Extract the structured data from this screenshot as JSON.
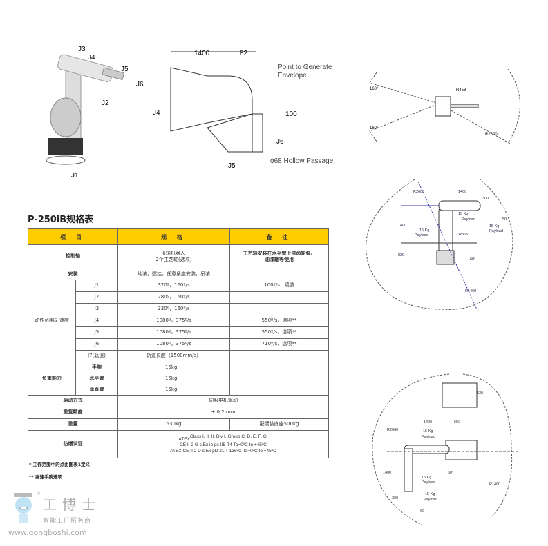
{
  "diagram_top": {
    "joints": [
      "J1",
      "J2",
      "J3",
      "J4",
      "J5",
      "J6"
    ],
    "dims": {
      "d1": "1400",
      "d2": "82",
      "d3": "100"
    },
    "labels": {
      "point": "Point to Generate",
      "envelope": "Envelope",
      "hollow": "ϕ68 Hollow Passage",
      "j4": "J4",
      "j5": "J5",
      "j6": "J6"
    }
  },
  "plan_view": {
    "a1": "160°",
    "a2": "160°",
    "r1": "R458",
    "r2": "R2600"
  },
  "side_view": {
    "r1": "R2600",
    "d1": "1400",
    "d2": "300",
    "d3": "50",
    "p1": "15 Kg",
    "p1b": "Payload",
    "p2": "15 Kg",
    "p2b": "Payload",
    "p3": "15 Kg",
    "p3b": "Payload",
    "d4": "1400",
    "r2": "R365",
    "d5": "829",
    "ang": "60°",
    "r3": "R1460"
  },
  "wall_view": {
    "d1": "530",
    "r1": "R2600",
    "d2": "1400",
    "d3": "550",
    "p1": "15 Kg",
    "p1b": "Payload",
    "d4": "1400",
    "p2": "15 Kg",
    "p2b": "Payload",
    "d5": "60°",
    "r2": "R1460",
    "d6": "300",
    "p3": "15 Kg",
    "p3b": "Payload",
    "d7": "60"
  },
  "spec": {
    "title": "P-250iB规格表",
    "headers": [
      "项 目",
      "规 格",
      "备 注"
    ],
    "control_axis": {
      "label": "控制轴",
      "spec1": "6轴机器人",
      "spec2": "2个工艺轴(选项)",
      "note1": "工艺轴安装在水平臂上供齿轮泵、",
      "note2": "油漆罐等使用"
    },
    "mounting": {
      "label": "安装",
      "spec": "地装，壁挂，任意角度安装，吊装",
      "note": ""
    },
    "motion": {
      "label": "动作范围& 速度",
      "rows": [
        {
          "axis": "J1",
          "spec": "320º，160º/s",
          "note": "100º/s，墙装"
        },
        {
          "axis": "J2",
          "spec": "280º，160º/s",
          "note": ""
        },
        {
          "axis": "J3",
          "spec": "330º，160º/s",
          "note": ""
        },
        {
          "axis": "J4",
          "spec": "1080º，375º/s",
          "note": "550º/s，选项**"
        },
        {
          "axis": "J5",
          "spec": "1080º，375º/s",
          "note": "550º/s，选项**"
        },
        {
          "axis": "J6",
          "spec": "1080º，375º/s",
          "note": "710º/s，选项**"
        },
        {
          "axis": "J7(轨道)",
          "spec": "轨道长度（1500mm/s）",
          "note": ""
        }
      ]
    },
    "payload": {
      "label": "负重能力",
      "rows": [
        {
          "item": "手腕",
          "spec": "15kg"
        },
        {
          "item": "水平臂",
          "spec": "15kg"
        },
        {
          "item": "垂直臂",
          "spec": "15kg"
        }
      ]
    },
    "drive": {
      "label": "驱动方式",
      "spec": "伺服电机驱动"
    },
    "repeat": {
      "label": "重复精度",
      "spec": "± 0.2 mm"
    },
    "weight": {
      "label": "重量",
      "spec": "530kg",
      "note": "配墙装底座500kg"
    },
    "explosion": {
      "label": "防爆认证",
      "l1a": "ATEX",
      "l1b": "Class I, II, II, Div I, Group C, D, E, F, G,",
      "l2": "CE II 2 G c Ex ib px IIB T4 Ta=0ºC to +45ºC",
      "l3": "ATEX CE II 2 D c Ex pD 21 T 135ºC Ta=0ºC to +45ºC"
    },
    "notes": [
      "*  工作范围中的点由图表1定义",
      "** 高速手腕选项"
    ]
  },
  "watermark": {
    "brand": "工博士",
    "slogan": "智能工厂服务商",
    "url": "www.gongboshi.com",
    "reg": "®"
  }
}
